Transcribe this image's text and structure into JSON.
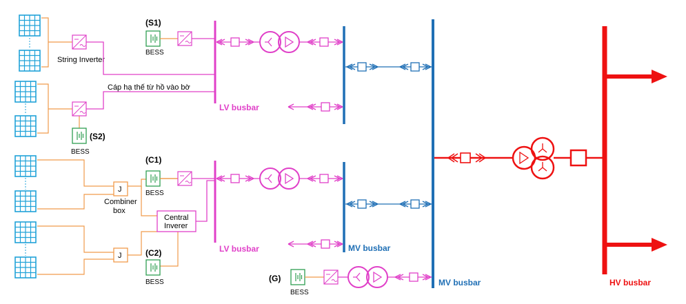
{
  "colors": {
    "pv": "#1fa2d8",
    "orange": "#f09a4a",
    "lv": "#e040c8",
    "mv": "#1f6fb5",
    "hv": "#ee1111",
    "bess": "#2e9e52",
    "text": "#000000"
  },
  "labels": {
    "s1": "(S1)",
    "s2": "(S2)",
    "c1": "(C1)",
    "c2": "(C2)",
    "g": "(G)",
    "bess": "BESS",
    "string_inverter": "String Inverter",
    "cable": "Cáp hạ thế từ hồ vào bờ",
    "lv_busbar": "LV busbar",
    "mv_busbar": "MV busbar",
    "hv_busbar": "HV busbar",
    "combiner_box": "Combiner",
    "combiner_box_2": "box",
    "central_inverter": "Central",
    "central_inverter_2": "Inverer",
    "junction": "J"
  },
  "icons": [
    "pv-panel-icon",
    "inverter-icon",
    "battery-icon",
    "breaker-icon",
    "transformer-icon",
    "arrow-icon"
  ]
}
